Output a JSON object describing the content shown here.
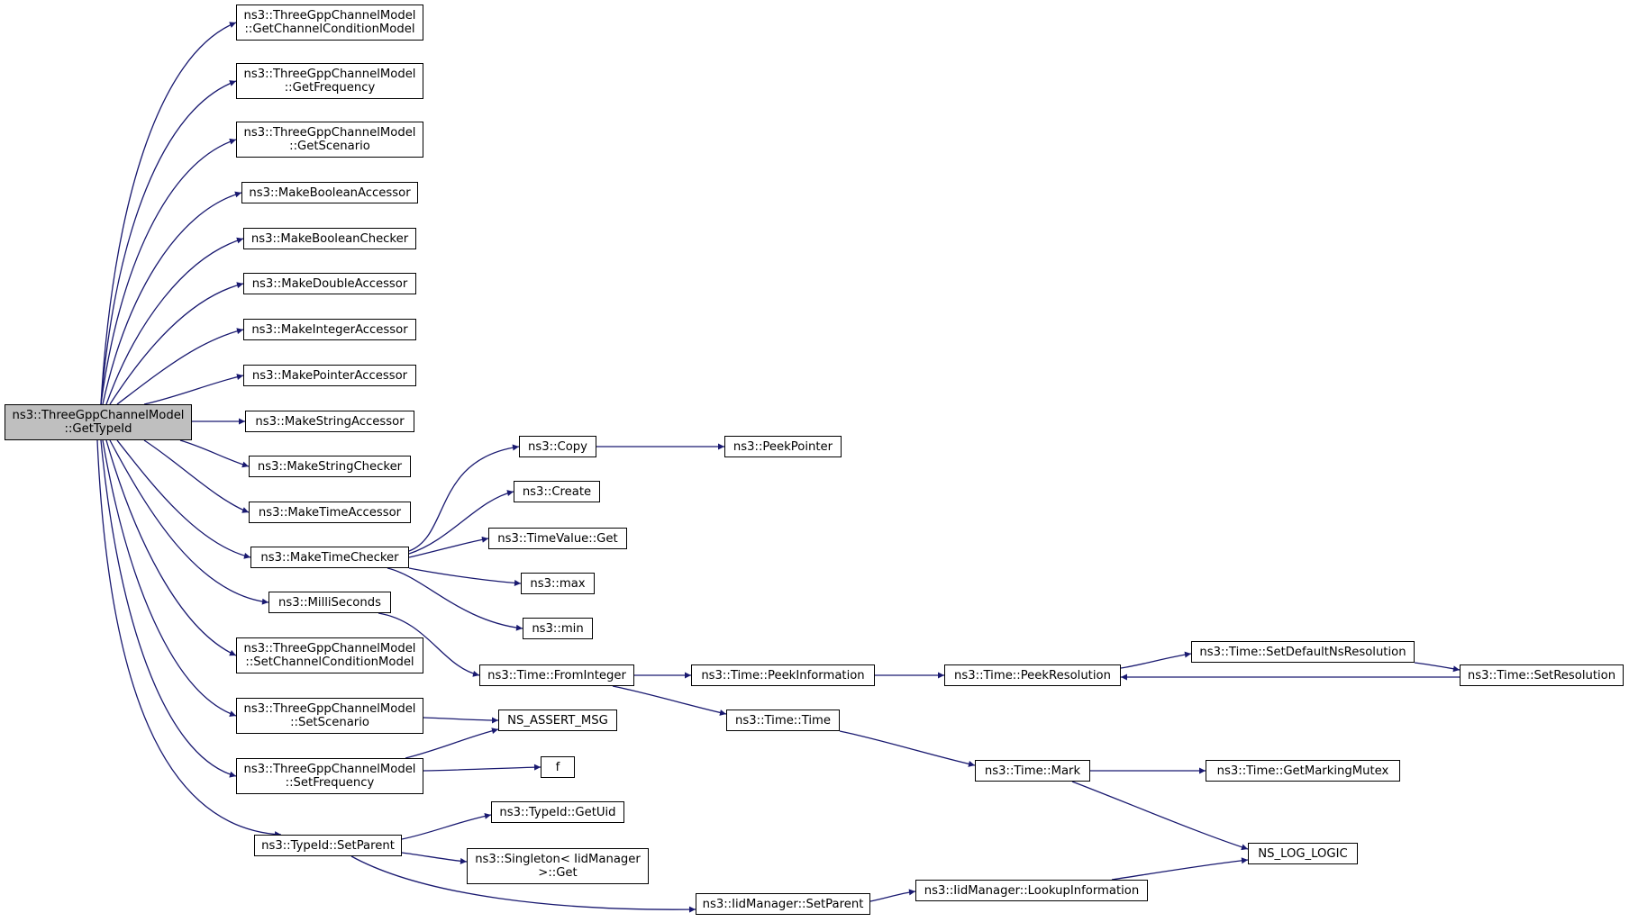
{
  "graph": {
    "edge_color": "#191970",
    "root_fill": "#bfbfbf",
    "nodes": [
      {
        "id": "root",
        "lines": [
          "ns3::ThreeGppChannelModel",
          "::GetTypeId"
        ]
      },
      {
        "id": "getChannelConditionModel",
        "lines": [
          "ns3::ThreeGppChannelModel",
          "::GetChannelConditionModel"
        ]
      },
      {
        "id": "getFrequency",
        "lines": [
          "ns3::ThreeGppChannelModel",
          "::GetFrequency"
        ]
      },
      {
        "id": "getScenario",
        "lines": [
          "ns3::ThreeGppChannelModel",
          "::GetScenario"
        ]
      },
      {
        "id": "makeBooleanAccessor",
        "lines": [
          "ns3::MakeBooleanAccessor"
        ]
      },
      {
        "id": "makeBooleanChecker",
        "lines": [
          "ns3::MakeBooleanChecker"
        ]
      },
      {
        "id": "makeDoubleAccessor",
        "lines": [
          "ns3::MakeDoubleAccessor"
        ]
      },
      {
        "id": "makeIntegerAccessor",
        "lines": [
          "ns3::MakeIntegerAccessor"
        ]
      },
      {
        "id": "makePointerAccessor",
        "lines": [
          "ns3::MakePointerAccessor"
        ]
      },
      {
        "id": "makeStringAccessor",
        "lines": [
          "ns3::MakeStringAccessor"
        ]
      },
      {
        "id": "makeStringChecker",
        "lines": [
          "ns3::MakeStringChecker"
        ]
      },
      {
        "id": "makeTimeAccessor",
        "lines": [
          "ns3::MakeTimeAccessor"
        ]
      },
      {
        "id": "makeTimeChecker",
        "lines": [
          "ns3::MakeTimeChecker"
        ]
      },
      {
        "id": "milliSeconds",
        "lines": [
          "ns3::MilliSeconds"
        ]
      },
      {
        "id": "setChannelConditionModel",
        "lines": [
          "ns3::ThreeGppChannelModel",
          "::SetChannelConditionModel"
        ]
      },
      {
        "id": "setScenario",
        "lines": [
          "ns3::ThreeGppChannelModel",
          "::SetScenario"
        ]
      },
      {
        "id": "setFrequency",
        "lines": [
          "ns3::ThreeGppChannelModel",
          "::SetFrequency"
        ]
      },
      {
        "id": "typeIdSetParent",
        "lines": [
          "ns3::TypeId::SetParent"
        ]
      },
      {
        "id": "copy",
        "lines": [
          "ns3::Copy"
        ]
      },
      {
        "id": "create",
        "lines": [
          "ns3::Create"
        ]
      },
      {
        "id": "timeValueGet",
        "lines": [
          "ns3::TimeValue::Get"
        ]
      },
      {
        "id": "max",
        "lines": [
          "ns3::max"
        ]
      },
      {
        "id": "min",
        "lines": [
          "ns3::min"
        ]
      },
      {
        "id": "peekPointer",
        "lines": [
          "ns3::PeekPointer"
        ]
      },
      {
        "id": "timeFromInteger",
        "lines": [
          "ns3::Time::FromInteger"
        ]
      },
      {
        "id": "nsAssertMsg",
        "lines": [
          "NS_ASSERT_MSG"
        ]
      },
      {
        "id": "f",
        "lines": [
          "f"
        ]
      },
      {
        "id": "typeIdGetUid",
        "lines": [
          "ns3::TypeId::GetUid"
        ]
      },
      {
        "id": "singletonGet",
        "lines": [
          "ns3::Singleton< IidManager",
          " >::Get"
        ]
      },
      {
        "id": "iidManagerSetParent",
        "lines": [
          "ns3::IidManager::SetParent"
        ]
      },
      {
        "id": "timePeekInformation",
        "lines": [
          "ns3::Time::PeekInformation"
        ]
      },
      {
        "id": "timeTime",
        "lines": [
          "ns3::Time::Time"
        ]
      },
      {
        "id": "timePeekResolution",
        "lines": [
          "ns3::Time::PeekResolution"
        ]
      },
      {
        "id": "timeMark",
        "lines": [
          "ns3::Time::Mark"
        ]
      },
      {
        "id": "iidLookupInformation",
        "lines": [
          "ns3::IidManager::LookupInformation"
        ]
      },
      {
        "id": "timeSetDefaultNsResolution",
        "lines": [
          "ns3::Time::SetDefaultNsResolution"
        ]
      },
      {
        "id": "timeSetResolution",
        "lines": [
          "ns3::Time::SetResolution"
        ]
      },
      {
        "id": "timeGetMarkingMutex",
        "lines": [
          "ns3::Time::GetMarkingMutex"
        ]
      },
      {
        "id": "nsLogLogic",
        "lines": [
          "NS_LOG_LOGIC"
        ]
      }
    ],
    "edges": [
      [
        "root",
        "getChannelConditionModel"
      ],
      [
        "root",
        "getFrequency"
      ],
      [
        "root",
        "getScenario"
      ],
      [
        "root",
        "makeBooleanAccessor"
      ],
      [
        "root",
        "makeBooleanChecker"
      ],
      [
        "root",
        "makeDoubleAccessor"
      ],
      [
        "root",
        "makeIntegerAccessor"
      ],
      [
        "root",
        "makePointerAccessor"
      ],
      [
        "root",
        "makeStringAccessor"
      ],
      [
        "root",
        "makeStringChecker"
      ],
      [
        "root",
        "makeTimeAccessor"
      ],
      [
        "root",
        "makeTimeChecker"
      ],
      [
        "root",
        "milliSeconds"
      ],
      [
        "root",
        "setChannelConditionModel"
      ],
      [
        "root",
        "setScenario"
      ],
      [
        "root",
        "setFrequency"
      ],
      [
        "root",
        "typeIdSetParent"
      ],
      [
        "makeTimeChecker",
        "copy"
      ],
      [
        "makeTimeChecker",
        "create"
      ],
      [
        "makeTimeChecker",
        "timeValueGet"
      ],
      [
        "makeTimeChecker",
        "max"
      ],
      [
        "makeTimeChecker",
        "min"
      ],
      [
        "copy",
        "peekPointer"
      ],
      [
        "milliSeconds",
        "timeFromInteger"
      ],
      [
        "setScenario",
        "nsAssertMsg"
      ],
      [
        "setFrequency",
        "nsAssertMsg"
      ],
      [
        "setFrequency",
        "f"
      ],
      [
        "typeIdSetParent",
        "typeIdGetUid"
      ],
      [
        "typeIdSetParent",
        "singletonGet"
      ],
      [
        "typeIdSetParent",
        "iidManagerSetParent"
      ],
      [
        "timeFromInteger",
        "timePeekInformation"
      ],
      [
        "timeFromInteger",
        "timeTime"
      ],
      [
        "timePeekInformation",
        "timePeekResolution"
      ],
      [
        "timePeekResolution",
        "timeSetDefaultNsResolution"
      ],
      [
        "timeSetDefaultNsResolution",
        "timeSetResolution"
      ],
      [
        "timeSetResolution",
        "timePeekResolution"
      ],
      [
        "timeTime",
        "timeMark"
      ],
      [
        "timeMark",
        "timeGetMarkingMutex"
      ],
      [
        "timeMark",
        "nsLogLogic"
      ],
      [
        "iidManagerSetParent",
        "iidLookupInformation"
      ],
      [
        "iidLookupInformation",
        "nsLogLogic"
      ]
    ]
  }
}
